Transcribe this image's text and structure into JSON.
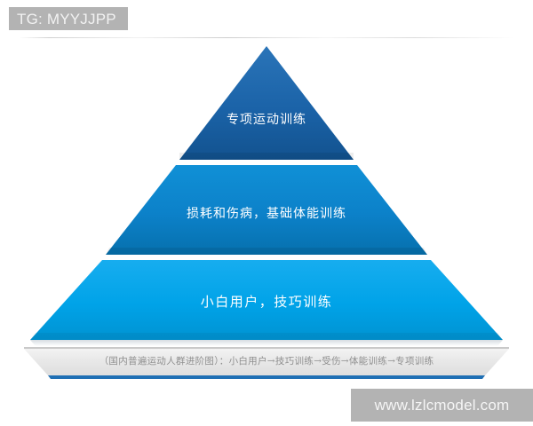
{
  "watermarks": {
    "top_badge": "TG: MYYJJPP",
    "bottom_site": "www.lzlcmodel.com"
  },
  "diagram": {
    "type": "pyramid",
    "tier_count": 3,
    "tiers": [
      {
        "level": 1,
        "position": "top",
        "label": "专项运动训练",
        "color": "#1b63a8"
      },
      {
        "level": 2,
        "position": "middle",
        "label": "损耗和伤病，基础体能训练",
        "color": "#0c81c9"
      },
      {
        "level": 3,
        "position": "bottom",
        "label": "小白用户，技巧训练",
        "color": "#00a3e8"
      }
    ],
    "caption": "（国内普遍运动人群进阶图）：小白用户→技巧训练→受伤→体能训练→专项训练",
    "caption_bar": {
      "fill": "#e8e8e8",
      "underline_color": "#1f6fb4"
    }
  },
  "colors": {
    "background": "#ffffff",
    "watermark_bg": "#b3b3b3",
    "watermark_text": "#f2f2f2",
    "caption_text": "#8f8f8f",
    "tier_text": "#ffffff"
  }
}
